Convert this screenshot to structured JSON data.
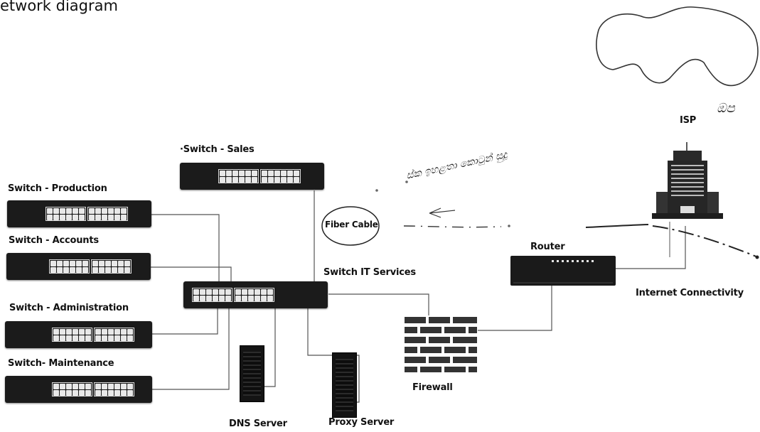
{
  "page_title": "etwork diagram",
  "nodes": {
    "switch_sales": "·Switch - Sales",
    "switch_production": "Switch - Production",
    "switch_accounts": "Switch  - Accounts",
    "switch_administration": "Switch - Administration",
    "switch_maintenance": "Switch- Maintenance",
    "switch_it_services": "Switch IT Services",
    "dns_server": "DNS Server",
    "proxy_server": "Proxy Server",
    "firewall": "Firewall",
    "router": "Router",
    "isp": "ISP",
    "internet_connectivity": "Internet Connectivity"
  },
  "annotations": {
    "fiber_cable": "Fiber Cable",
    "isp_note": "ඔප",
    "handwritten_note": "ස්ක ඉහළතා කොටුන් සුදු"
  },
  "colors": {
    "device": "#1b1b1b",
    "port": "#e8e8e8",
    "line": "#333333"
  }
}
